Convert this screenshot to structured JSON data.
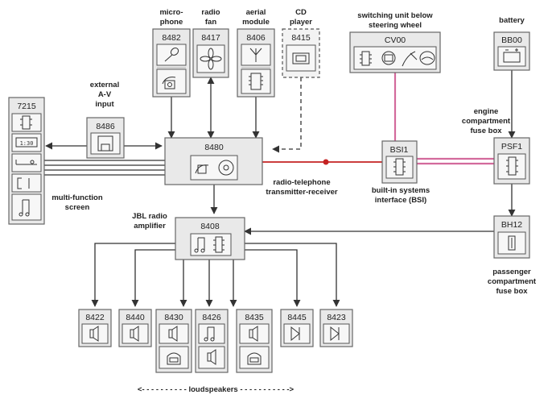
{
  "labels": {
    "microphone": [
      "micro-",
      "phone"
    ],
    "radio_fan": [
      "radio",
      "fan"
    ],
    "aerial_module": [
      "aerial",
      "module"
    ],
    "cd_player": [
      "CD",
      "player"
    ],
    "switching_unit": [
      "switching unit below",
      "steering wheel"
    ],
    "battery": "battery",
    "external_av": [
      "external",
      "A-V",
      "input"
    ],
    "engine_fuse": [
      "engine",
      "compartment",
      "fuse box"
    ],
    "radio_telephone": [
      "radio-telephone",
      "transmitter-receiver"
    ],
    "bsi": [
      "built-in systems",
      "interface (BSI)"
    ],
    "multifunction": [
      "multi-function",
      "screen"
    ],
    "jbl": [
      "JBL radio",
      "amplifier"
    ],
    "passenger_fuse": [
      "passenger",
      "compartment",
      "fuse box"
    ],
    "loudspeakers": "<- - - - - - - - - - loudspeakers - - - - - - - - - - ->"
  },
  "codes": {
    "c8482": "8482",
    "c8417": "8417",
    "c8406": "8406",
    "c8415": "8415",
    "cv00": "CV00",
    "bb00": "BB00",
    "c7215": "7215",
    "c8486": "8486",
    "c8480": "8480",
    "bsi1": "BSI1",
    "psf1": "PSF1",
    "c8408": "8408",
    "bh12": "BH12",
    "c8422": "8422",
    "c8440": "8440",
    "c8430": "8430",
    "c8426": "8426",
    "c8435": "8435",
    "c8445": "8445",
    "c8423": "8423"
  },
  "colors": {
    "pink": "#d36a9c",
    "red": "#c42323",
    "box_fill": "#e9e9e9",
    "line": "#333333"
  }
}
